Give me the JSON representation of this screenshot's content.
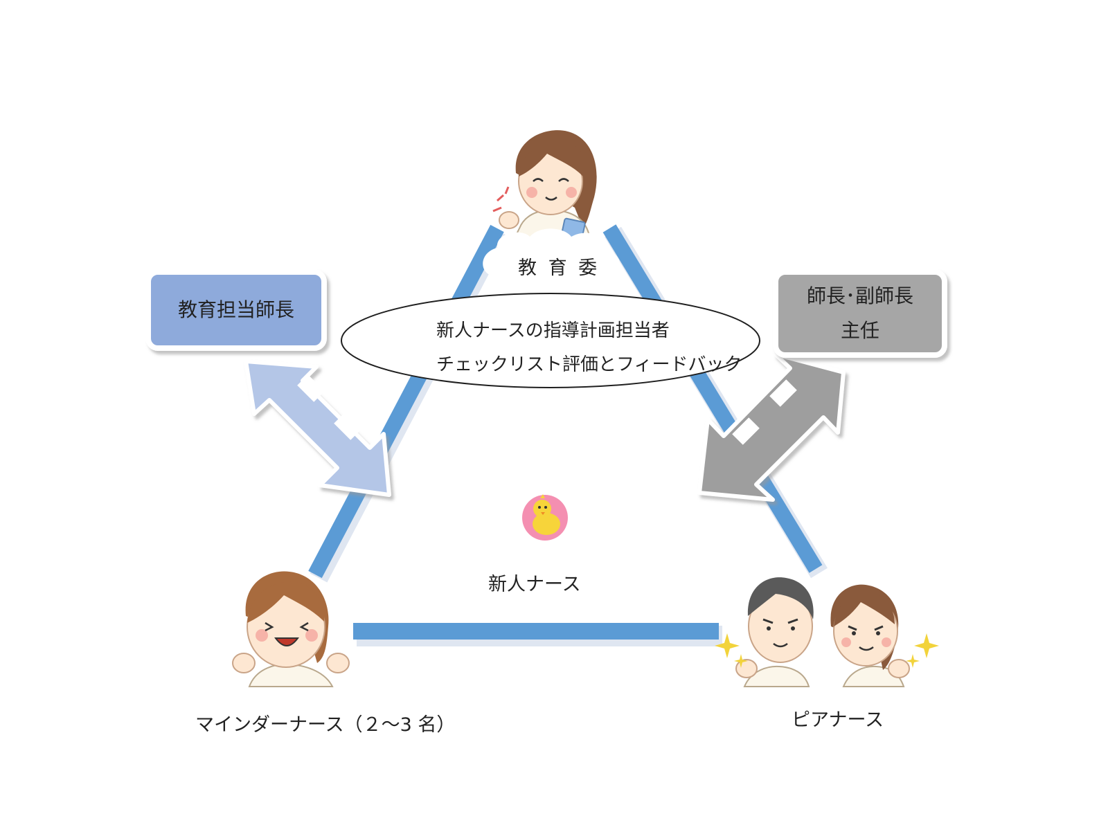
{
  "diagram": {
    "top_role": "教 育 委",
    "center_lines": [
      "新人ナースの指導計画担当者",
      "チェックリスト評価とフィードバック"
    ],
    "left_box": "教育担当師長",
    "right_box": [
      "師長･副師長",
      "主任"
    ],
    "center_label": "新人ナース",
    "bottom_left": "マインダーナース（２～3 名）",
    "bottom_right": "ピアナース",
    "colors": {
      "triangle_blue": "#5b9bd5",
      "triangle_blue_dark": "#4a86c2",
      "left_box_fill": "#8eaadb",
      "right_box_fill": "#a6a6a6",
      "left_arrow_fill": "#b4c6e7",
      "right_arrow_fill": "#9e9e9e",
      "chick_badge": "#f48fb1",
      "chick_body": "#f7d43a"
    },
    "icons": [
      "nurse-pointing-icon",
      "nurse-cheering-icon",
      "male-nurse-icon",
      "female-nurse-icon",
      "chick-icon",
      "sparkle-icon"
    ]
  }
}
